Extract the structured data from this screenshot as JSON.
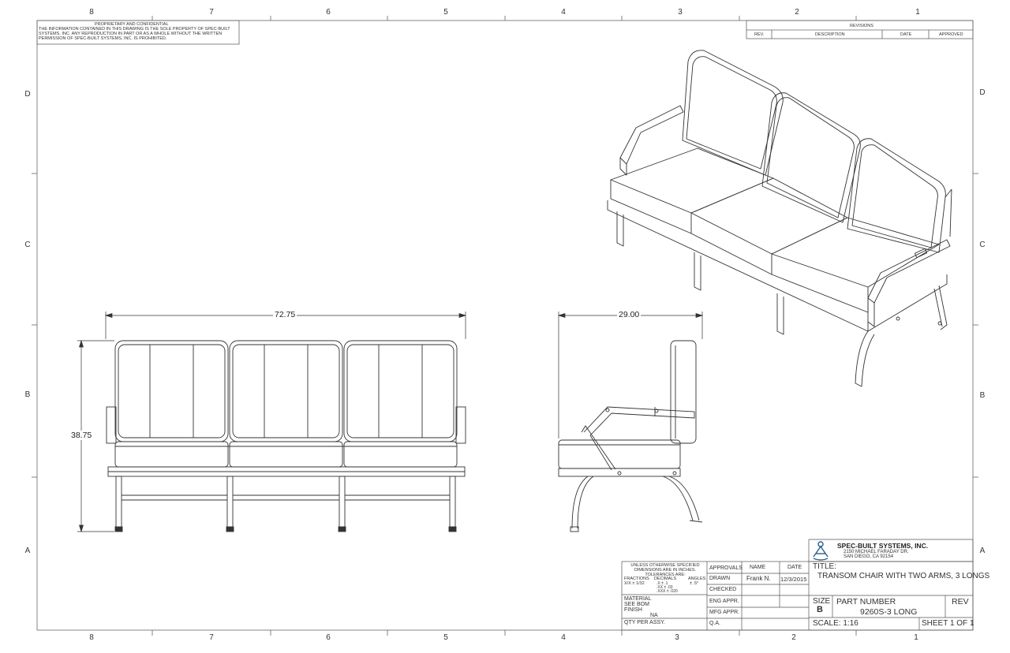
{
  "zones": {
    "top": [
      "8",
      "7",
      "6",
      "5",
      "4",
      "3",
      "2",
      "1"
    ],
    "bottom": [
      "8",
      "7",
      "6",
      "5",
      "4",
      "3",
      "2",
      "1"
    ],
    "left": [
      "D",
      "C",
      "B",
      "A"
    ],
    "right": [
      "D",
      "C",
      "B",
      "A"
    ]
  },
  "confidential": {
    "heading": "PROPRIETARY AND CONFIDENTIAL",
    "body": "THE INFORMATION CONTAINED IN THIS DRAWING IS THE SOLE PROPERTY OF SPEC-BUILT SYSTEMS, INC.  ANY REPRODUCTION IN PART OR AS A WHOLE WITHOUT THE WRITTEN PERMISSION OF SPEC-BUILT SYSTEMS, INC. IS PROHIBITED."
  },
  "revisions": {
    "title": "REVISIONS",
    "columns": [
      "REV.",
      "DESCRIPTION",
      "DATE",
      "APPROVED"
    ]
  },
  "dimensions": {
    "width": "72.75",
    "height": "38.75",
    "depth": "29.00"
  },
  "title_block": {
    "tolerance_note": "UNLESS OTHERWISE SPECIFIED DIMENSIONS ARE IN INCHES.  TOLERANCES ARE:",
    "fractions_label": "FRACTIONS",
    "fractions_value": "X/X ± 1/32",
    "decimals_label": "DECIMALS",
    "decimals_values": [
      ".X    ± .1",
      ".XX  ± .03",
      ".XXX ± .020"
    ],
    "angles_label": "ANGLES",
    "angles_value": "± .5°",
    "material_label": "MATERIAL",
    "material_value": "SEE BOM",
    "finish_label": "FINISH",
    "finish_value": "NA",
    "qty_label": "QTY PER ASSY.",
    "approvals_label": "APPROVALS",
    "name_label": "NAME",
    "date_label": "DATE",
    "rows": [
      {
        "label": "DRAWN",
        "name": "Frank N.",
        "date": "12/3/2015"
      },
      {
        "label": "CHECKED",
        "name": "",
        "date": ""
      },
      {
        "label": "ENG APPR.",
        "name": "",
        "date": ""
      },
      {
        "label": "MFG APPR.",
        "name": "",
        "date": ""
      },
      {
        "label": "Q.A.",
        "name": "",
        "date": ""
      }
    ],
    "company_name": "SPEC-BUILT SYSTEMS, INC.",
    "company_address1": "2150 MICHAEL FARADAY DR.",
    "company_address2": "SAN DIEGO, CA 92154",
    "title_label": "TITLE:",
    "title_value": "TRANSOM CHAIR WITH TWO ARMS, 3 LONGS",
    "size_label": "SIZE",
    "size_value": "B",
    "part_number_label": "PART NUMBER",
    "part_number_value": "9260S-3 LONG",
    "rev_label": "REV",
    "scale": "SCALE: 1:16",
    "sheet": "SHEET 1 OF 1"
  },
  "colors": {
    "line": "#333333",
    "border": "#555555"
  }
}
